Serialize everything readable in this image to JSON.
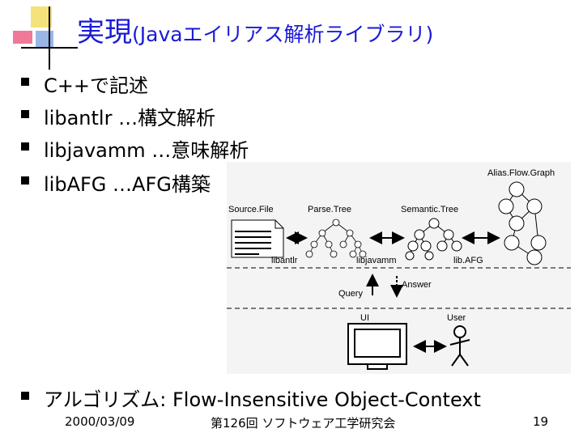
{
  "slide": {
    "title_main": "実現",
    "title_sub": "(Javaエイリアス解析ライブラリ)",
    "bullets": [
      {
        "text": "C++で記述"
      },
      {
        "text": "libantlr …構文解析"
      },
      {
        "text": "libjavamm …意味解析"
      },
      {
        "text": "libAFG …AFG構築"
      },
      {
        "text": "アルゴリズム: Flow-Insensitive Object-Context"
      }
    ],
    "footer": {
      "date": "2000/03/09",
      "center": "第126回 ソフトウェア工学研究会",
      "page": "19"
    }
  },
  "diagram": {
    "labels": {
      "source_file": "Source.File",
      "parse_tree": "Parse.Tree",
      "semantic_tree": "Semantic.Tree",
      "alias_flow_graph": "Alias.Flow.Graph",
      "libantlr": "libantlr",
      "libjavamm": "libjavamm",
      "libafg": "lib.AFG",
      "query": "Query",
      "answer": "Answer",
      "ui": "UI",
      "user": "User"
    }
  },
  "colors": {
    "title": "#1a1ad6",
    "deco_pink": "#f07898",
    "deco_yellow": "#f4e27a",
    "deco_blue": "#9bb6e6"
  }
}
